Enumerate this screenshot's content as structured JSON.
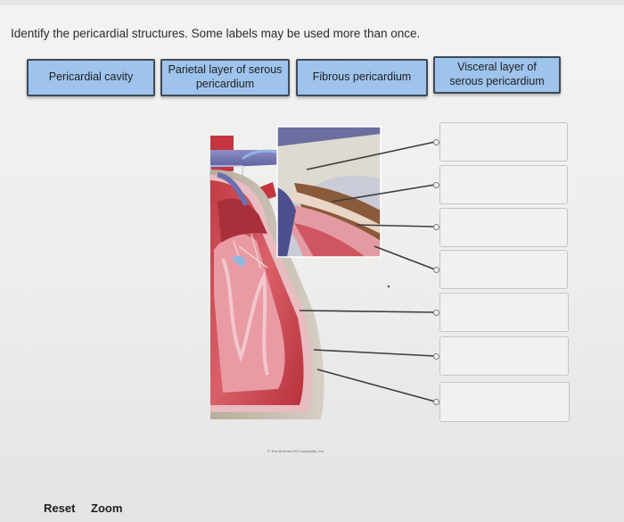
{
  "instruction": "Identify the pericardial structures. Some labels may be used more than once.",
  "labels": [
    {
      "text": "Pericardial cavity"
    },
    {
      "text": "Parietal layer of serous pericardium"
    },
    {
      "text": "Fibrous pericardium"
    },
    {
      "text": "Visceral layer of serous pericardium"
    }
  ],
  "drop_targets": [
    "",
    "",
    "",
    "",
    "",
    "",
    ""
  ],
  "credit": "© The McGraw-Hill Companies, Inc.",
  "controls": {
    "reset": "Reset",
    "zoom": "Zoom"
  },
  "colors": {
    "label_fill": "#9ec3ec",
    "label_border": "#3f4a57",
    "leader_line": "#3a3c3e"
  }
}
